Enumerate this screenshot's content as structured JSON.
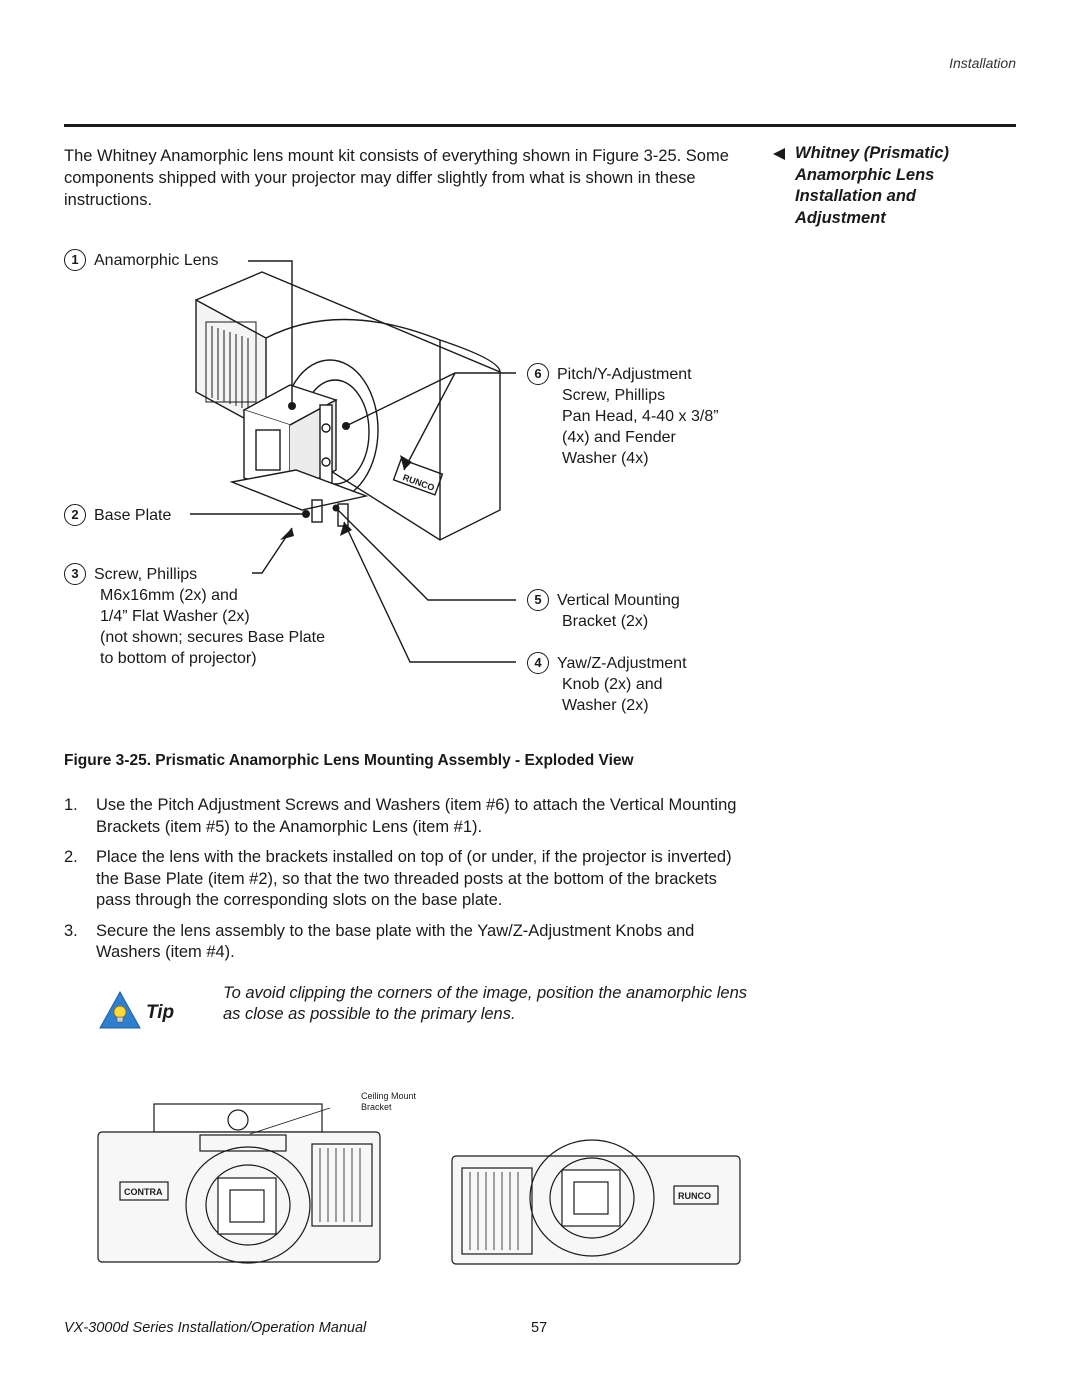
{
  "header": {
    "section": "Installation"
  },
  "intro": "The Whitney Anamorphic lens mount kit consists of everything shown in Figure 3-25. Some components shipped with your projector may differ slightly from what is shown in these instructions.",
  "sidehead": {
    "title": "Whitney (Prismatic) Anamorphic Lens Installation and Adjustment"
  },
  "figure": {
    "callouts": [
      {
        "num": "1",
        "lines": [
          "Anamorphic Lens"
        ]
      },
      {
        "num": "2",
        "lines": [
          "Base Plate"
        ]
      },
      {
        "num": "3",
        "lines": [
          "Screw, Phillips",
          "M6x16mm (2x) and",
          "1/4” Flat Washer (2x)",
          "(not shown; secures Base Plate",
          "to bottom of projector)"
        ]
      },
      {
        "num": "4",
        "lines": [
          "Yaw/Z-Adjustment",
          "Knob (2x) and",
          "Washer (2x)"
        ]
      },
      {
        "num": "5",
        "lines": [
          "Vertical Mounting",
          "Bracket (2x)"
        ]
      },
      {
        "num": "6",
        "lines": [
          "Pitch/Y-Adjustment",
          "Screw, Phillips",
          "Pan Head, 4-40 x 3/8”",
          "(4x) and Fender",
          "Washer (4x)"
        ]
      }
    ],
    "logo_text": "RUNCO",
    "caption": "Figure 3-25. Prismatic Anamorphic Lens Mounting Assembly - Exploded View"
  },
  "steps": [
    {
      "num": "1.",
      "text": "Use the Pitch Adjustment Screws and Washers (item #6) to attach the Vertical Mounting Brackets (item #5) to the Anamorphic Lens (item #1)."
    },
    {
      "num": "2.",
      "text": "Place the lens with the brackets installed on top of (or under, if the projector is inverted) the Base Plate (item #2), so that the two threaded posts at the bottom of the brackets pass through the corresponding slots on the base plate."
    },
    {
      "num": "3.",
      "text": "Secure the lens assembly to the base plate with the Yaw/Z-Adjustment Knobs and Washers (item #4)."
    }
  ],
  "tip": {
    "label": "Tip",
    "text": "To avoid clipping the corners of the image, position the anamorphic lens as close as possible to the primary lens."
  },
  "drawings": {
    "ceiling_mount_label_line1": "Ceiling Mount",
    "ceiling_mount_label_line2": "Bracket",
    "logo_left": "CONTRA",
    "logo_right": "RUNCO"
  },
  "footer": {
    "manual": "VX-3000d Series Installation/Operation Manual",
    "page": "57"
  }
}
